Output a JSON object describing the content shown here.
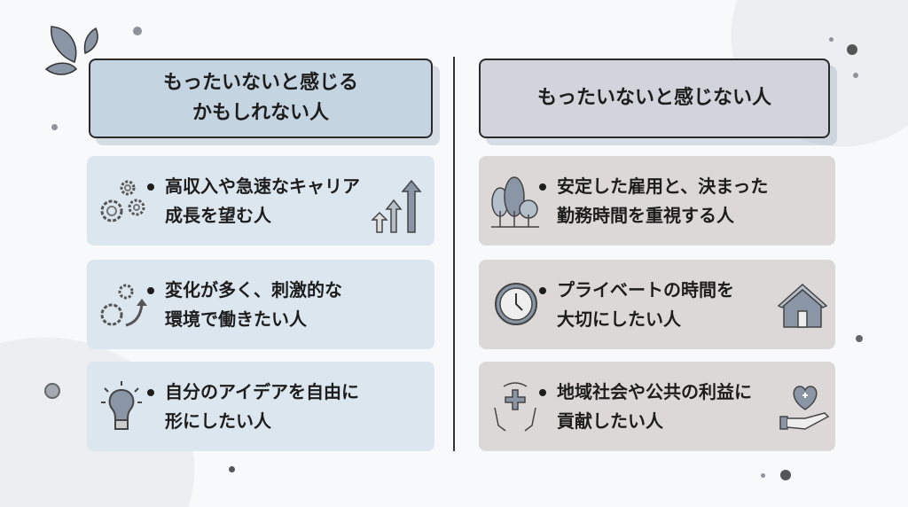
{
  "left": {
    "title_line1": "もったいないと感じる",
    "title_line2": "かもしれない人",
    "items": [
      {
        "line1": "高収入や急速なキャリア",
        "line2": "成長を望む人",
        "icon": "gears-icon",
        "icon2": "growth-arrows-icon"
      },
      {
        "line1": "変化が多く、刺激的な",
        "line2": "環境で働きたい人",
        "icon": "gear-arrow-icon"
      },
      {
        "line1": "自分のアイデアを自由に",
        "line2": "形にしたい人",
        "icon": "lightbulb-icon"
      }
    ]
  },
  "right": {
    "title": "もったいないと感じない人",
    "items": [
      {
        "line1": "安定した雇用と、決まった",
        "line2": "勤務時間を重視する人",
        "icon": "trees-icon"
      },
      {
        "line1": "プライベートの時間を",
        "line2": "大切にしたい人",
        "icon": "clock-icon",
        "icon2": "house-icon"
      },
      {
        "line1": "地域社会や公共の利益に",
        "line2": "貢献したい人",
        "icon": "care-hands-icon",
        "icon2": "heart-hand-icon"
      }
    ]
  },
  "colors": {
    "left_header": "#c5d4e1",
    "left_card": "#dbe6ee",
    "right_header": "#d1d4da",
    "right_card": "#dcd8d8"
  }
}
